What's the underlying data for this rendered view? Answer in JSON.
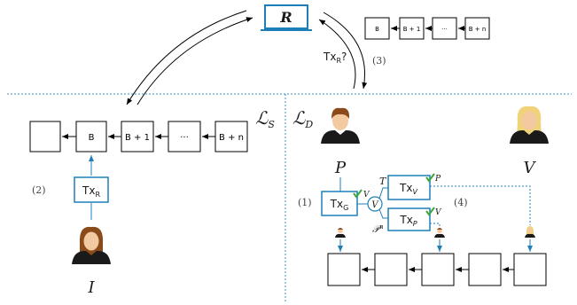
{
  "top": {
    "node_r_label": "R",
    "query_label": "Tx",
    "query_label_sub": "R",
    "query_label_suffix": "?",
    "step3_label": "(3)",
    "mini_chain": [
      "B",
      "B + 1",
      "···",
      "B + n"
    ]
  },
  "ledger_s": {
    "label": "ℒ",
    "label_sub": "S",
    "chain": [
      "",
      "B",
      "B + 1",
      "···",
      "B + n"
    ],
    "step2_label": "(2)",
    "tx_label": "Tx",
    "tx_sub": "R",
    "person_label": "I"
  },
  "ledger_d": {
    "label": "ℒ",
    "label_sub": "D",
    "person_p_label": "P",
    "person_v_label": "V",
    "step1_label": "(1)",
    "step4_label": "(4)",
    "txg_label": "Tx",
    "txg_sub": "G",
    "txv_label": "Tx",
    "txv_sub": "V",
    "txp_label": "Tx",
    "txp_sub": "P",
    "v_gate_label": "V",
    "t_label": "T",
    "pn_label": "𝒫",
    "pn_sup": "n",
    "check_v_1": "V",
    "check_p": "P",
    "check_v_2": "V",
    "chain": [
      "",
      "",
      "",
      "",
      ""
    ]
  },
  "colors": {
    "blue": "#1e7fb8",
    "dotted": "#3a90c8",
    "check": "#3aa63a",
    "person_dark": "#1a1a1a",
    "hair_brown": "#8a4a1a",
    "hair_blonde": "#f0d27a"
  }
}
